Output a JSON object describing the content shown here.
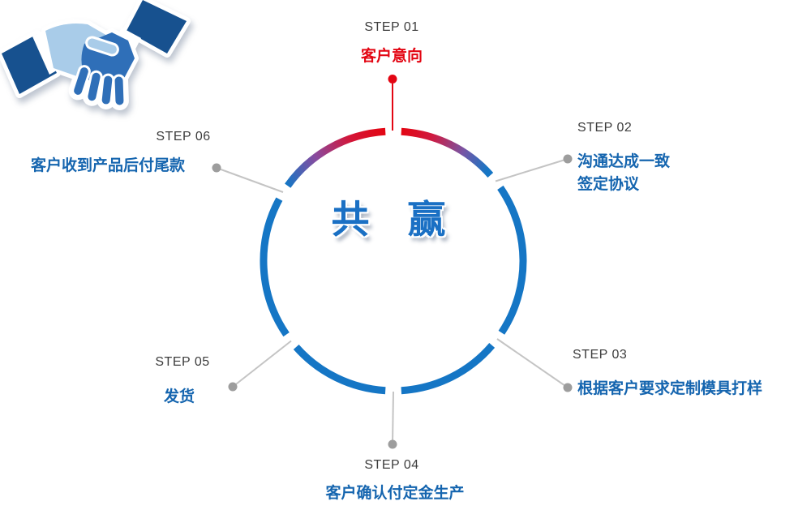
{
  "center": {
    "title": "共　赢",
    "icon": "handshake-icon"
  },
  "steps": [
    {
      "label": "STEP 01",
      "text": "客户意向",
      "accent": "red"
    },
    {
      "label": "STEP 02",
      "text": "沟通达成一致",
      "text2": "签定协议",
      "accent": "blue"
    },
    {
      "label": "STEP 03",
      "text": "根据客户要求定制模具打样",
      "accent": "blue"
    },
    {
      "label": "STEP 04",
      "text": "客户确认付定金生产",
      "accent": "blue"
    },
    {
      "label": "STEP 05",
      "text": "发货",
      "accent": "blue"
    },
    {
      "label": "STEP 06",
      "text": "客户收到产品后付尾款",
      "accent": "blue"
    }
  ],
  "colors": {
    "accent_red": "#e30613",
    "accent_blue": "#1576c5",
    "text_blue": "#1565af",
    "step_label_gray": "#3c3c3c",
    "connector_gray": "#c4c4c4",
    "dot_gray": "#9d9d9d",
    "hand_light_blue": "#a9cce9",
    "hand_medium_blue": "#2f6fb8",
    "sleeve_dark_blue": "#17518f"
  }
}
